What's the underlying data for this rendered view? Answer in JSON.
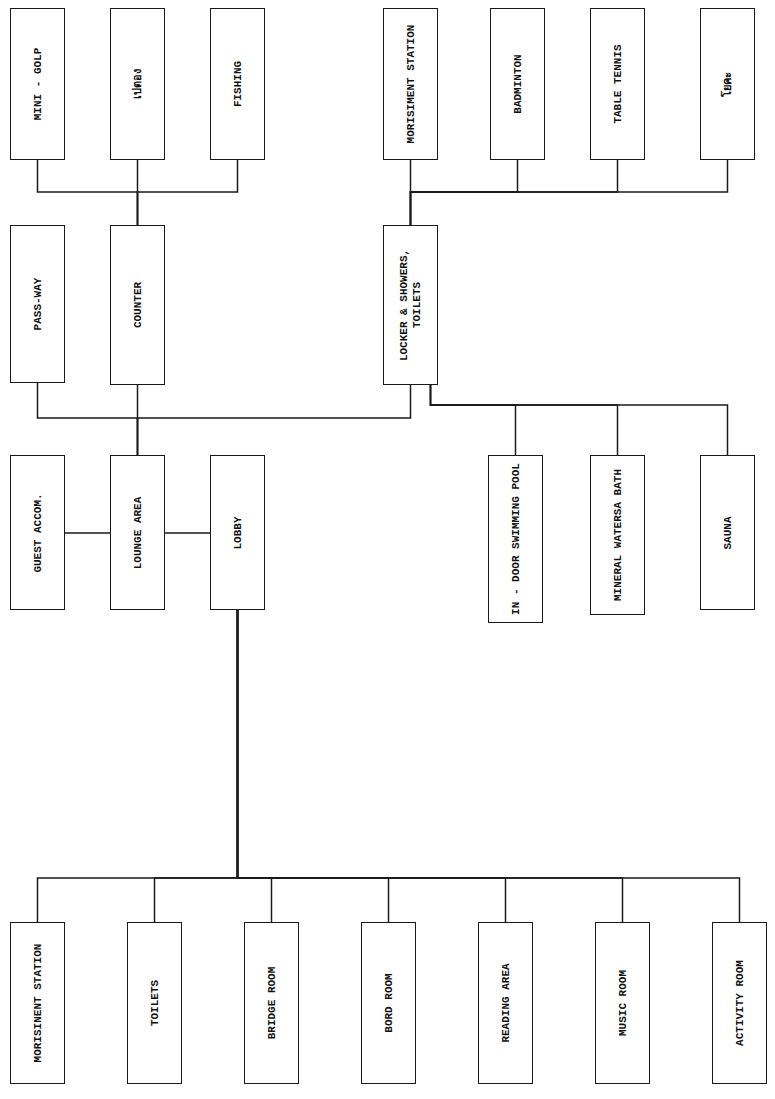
{
  "diagram": {
    "nodes": [
      {
        "text": [
          "MINI - GOLP"
        ]
      },
      {
        "text": [
          "เปตอง"
        ]
      },
      {
        "text": [
          "FISHING"
        ]
      },
      {
        "text": [
          "MORISIMENT STATION"
        ]
      },
      {
        "text": [
          "BADMINTON"
        ]
      },
      {
        "text": [
          "TABLE TENNIS"
        ]
      },
      {
        "text": [
          "โยคะ"
        ]
      },
      {
        "text": [
          "PASS-WAY"
        ]
      },
      {
        "text": [
          "COUNTER"
        ]
      },
      {
        "text": [
          "LOCKER & SHOWERS, TOILETS"
        ]
      },
      {
        "text": [
          "GUEST ACCOM."
        ]
      },
      {
        "text": [
          "LOUNGE AREA"
        ]
      },
      {
        "text": [
          "LOBBY"
        ]
      },
      {
        "text": [
          "IN - DOOR SWIMMING POOL"
        ]
      },
      {
        "text": [
          "MINERAL WATERSA BATH"
        ]
      },
      {
        "text": [
          "SAUNA"
        ]
      },
      {
        "text": [
          "MORISINENT STATION"
        ]
      },
      {
        "text": [
          "TOILETS"
        ]
      },
      {
        "text": [
          "BRIDGE ROOM"
        ]
      },
      {
        "text": [
          "BORD ROOM"
        ]
      },
      {
        "text": [
          "READING AREA"
        ]
      },
      {
        "text": [
          "MUSIC ROOM"
        ]
      },
      {
        "text": [
          "ACTIVITY ROOM"
        ]
      }
    ],
    "edges": [
      {
        "from": 8,
        "to": 0,
        "arrow": "none"
      },
      {
        "from": 8,
        "to": 1,
        "arrow": "none"
      },
      {
        "from": 8,
        "to": 2,
        "arrow": "none"
      },
      {
        "from": 9,
        "to": 3,
        "arrow": "none"
      },
      {
        "from": 9,
        "to": 4,
        "arrow": "none"
      },
      {
        "from": 9,
        "to": 5,
        "arrow": "none"
      },
      {
        "from": 9,
        "to": 6,
        "arrow": "none"
      },
      {
        "from": 11,
        "to": 7,
        "arrow": "none"
      },
      {
        "from": 11,
        "to": 8,
        "arrow": "none"
      },
      {
        "from": 11,
        "to": 9,
        "arrow": "none"
      },
      {
        "from": 9,
        "to": 13,
        "arrow": "none"
      },
      {
        "from": 9,
        "to": 14,
        "arrow": "none"
      },
      {
        "from": 9,
        "to": 15,
        "arrow": "none"
      },
      {
        "from": 10,
        "to": 11,
        "arrow": "none"
      },
      {
        "from": 11,
        "to": 12,
        "arrow": "none"
      },
      {
        "from": 12,
        "to": 16,
        "arrow": "none"
      },
      {
        "from": 12,
        "to": 17,
        "arrow": "none"
      },
      {
        "from": 12,
        "to": 18,
        "arrow": "none"
      },
      {
        "from": 12,
        "to": 19,
        "arrow": "none"
      },
      {
        "from": 12,
        "to": 20,
        "arrow": "none"
      },
      {
        "from": 12,
        "to": 21,
        "arrow": "none"
      },
      {
        "from": 12,
        "to": 22,
        "arrow": "none"
      }
    ]
  }
}
